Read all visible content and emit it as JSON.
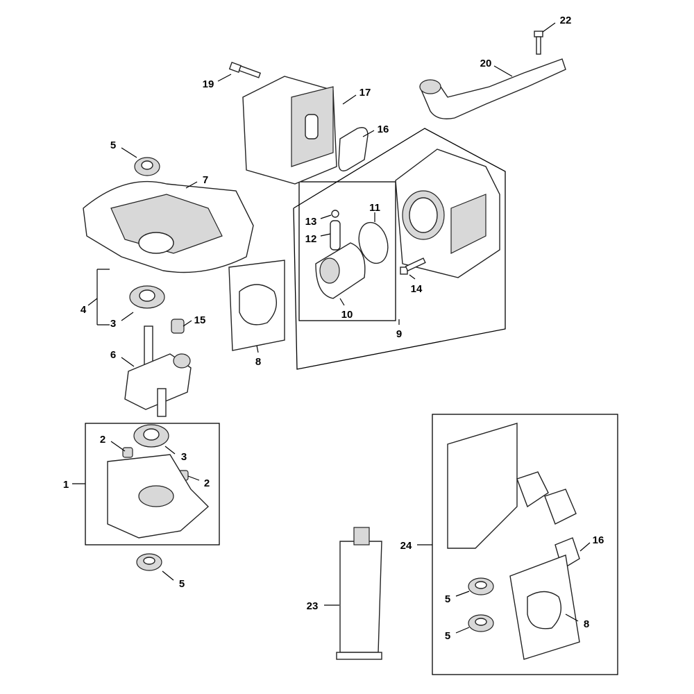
{
  "diagram": {
    "type": "exploded-parts-diagram",
    "callouts": [
      {
        "id": "label-22",
        "text": "22"
      },
      {
        "id": "label-20",
        "text": "20"
      },
      {
        "id": "label-19",
        "text": "19"
      },
      {
        "id": "label-17",
        "text": "17"
      },
      {
        "id": "label-16a",
        "text": "16"
      },
      {
        "id": "label-5a",
        "text": "5"
      },
      {
        "id": "label-7",
        "text": "7"
      },
      {
        "id": "label-13",
        "text": "13"
      },
      {
        "id": "label-11",
        "text": "11"
      },
      {
        "id": "label-12",
        "text": "12"
      },
      {
        "id": "label-4",
        "text": "4"
      },
      {
        "id": "label-3a",
        "text": "3"
      },
      {
        "id": "label-15",
        "text": "15"
      },
      {
        "id": "label-14",
        "text": "14"
      },
      {
        "id": "label-10",
        "text": "10"
      },
      {
        "id": "label-9",
        "text": "9"
      },
      {
        "id": "label-8a",
        "text": "8"
      },
      {
        "id": "label-6",
        "text": "6"
      },
      {
        "id": "label-2a",
        "text": "2"
      },
      {
        "id": "label-3b",
        "text": "3"
      },
      {
        "id": "label-1",
        "text": "1"
      },
      {
        "id": "label-2b",
        "text": "2"
      },
      {
        "id": "label-5b",
        "text": "5"
      },
      {
        "id": "label-24",
        "text": "24"
      },
      {
        "id": "label-16b",
        "text": "16"
      },
      {
        "id": "label-23",
        "text": "23"
      },
      {
        "id": "label-5c",
        "text": "5"
      },
      {
        "id": "label-8b",
        "text": "8"
      },
      {
        "id": "label-5d",
        "text": "5"
      }
    ]
  }
}
